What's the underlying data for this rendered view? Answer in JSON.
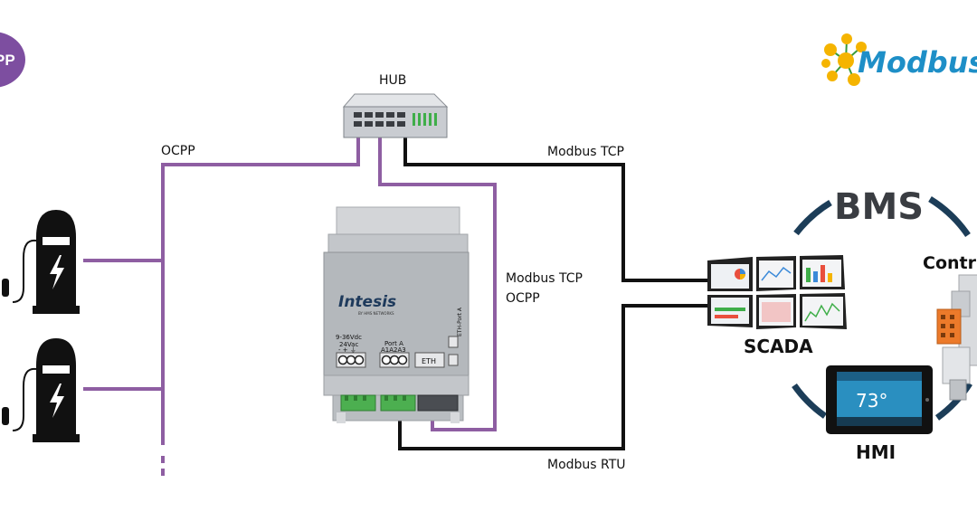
{
  "diagram": {
    "ocpp_logo_text": "PP",
    "modbus_logo_text": "Modbus",
    "hub_label": "HUB",
    "ocpp_label": "OCPP",
    "modbus_tcp_label": "Modbus TCP",
    "modbus_tcp_ocpp_label_1": "Modbus TCP",
    "modbus_tcp_ocpp_label_2": "OCPP",
    "modbus_rtu_label": "Modbus RTU",
    "bms_label": "BMS",
    "controller_label": "Contr",
    "scada_label": "SCADA",
    "hmi_label": "HMI",
    "hmi_display_value": "73°",
    "gateway": {
      "brand": "Intesis",
      "sub_brand": "BY HMS NETWORKS",
      "power_label_1": "9-36Vdc",
      "power_label_2": "24Vac",
      "power_terminals": "- + ⏚",
      "port_a_label": "Port A",
      "port_a_terminals": "A1A2A3",
      "eth_label": "ETH",
      "eth_port_label": "ETH-Port A"
    },
    "colors": {
      "ocpp_purple": "#8e5ea2",
      "modbus_black": "#111111",
      "bms_ring": "#1c3d58",
      "modbus_logo_blue": "#1e8fc7",
      "modbus_logo_yellow": "#f5b400"
    }
  }
}
